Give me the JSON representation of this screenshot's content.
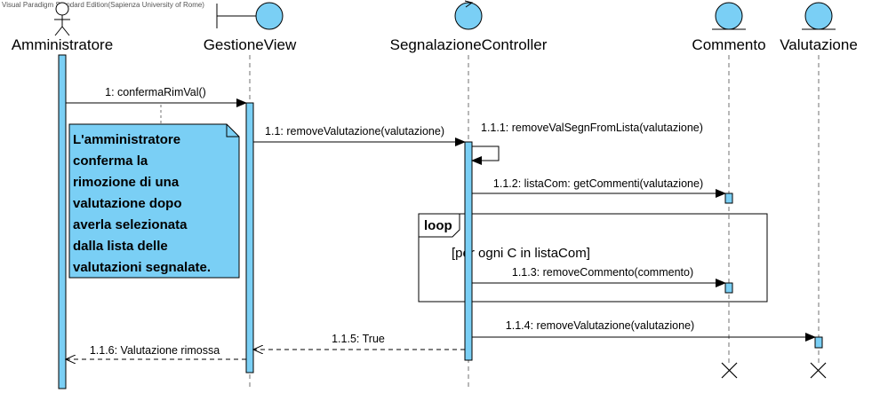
{
  "watermark": "Visual Paradigm Standard Edition(Sapienza University of Rome)",
  "lifelines": [
    {
      "name": "Amministratore",
      "kind": "actor"
    },
    {
      "name": "GestioneView",
      "kind": "boundary"
    },
    {
      "name": "SegnalazioneController",
      "kind": "control"
    },
    {
      "name": "Commento",
      "kind": "entity"
    },
    {
      "name": "Valutazione",
      "kind": "entity"
    }
  ],
  "messages": [
    {
      "label": "1: confermaRimVal()",
      "type": "sync"
    },
    {
      "label": "1.1: removeValutazione(valutazione)",
      "type": "sync"
    },
    {
      "label": "1.1.1: removeValSegnFromLista(valutazione)",
      "type": "self"
    },
    {
      "label": "1.1.2: listaCom: getCommenti(valutazione)",
      "type": "sync"
    },
    {
      "label": "1.1.3: removeCommento(commento)",
      "type": "sync"
    },
    {
      "label": "1.1.4: removeValutazione(valutazione)",
      "type": "sync"
    },
    {
      "label": "1.1.5: True",
      "type": "return"
    },
    {
      "label": "1.1.6: Valutazione rimossa",
      "type": "return"
    }
  ],
  "note": {
    "lines": [
      "L'amministratore",
      "conferma la",
      "rimozione di una",
      "valutazione dopo",
      "averla selezionata",
      "dalla lista delle",
      "valutazioni segnalate."
    ]
  },
  "loop_frame": {
    "operator": "loop",
    "guard": "[per ogni C in listaCom]"
  },
  "colors": {
    "fill": "#7acff5",
    "stroke": "#000000",
    "lifeline_line": "#707070"
  }
}
